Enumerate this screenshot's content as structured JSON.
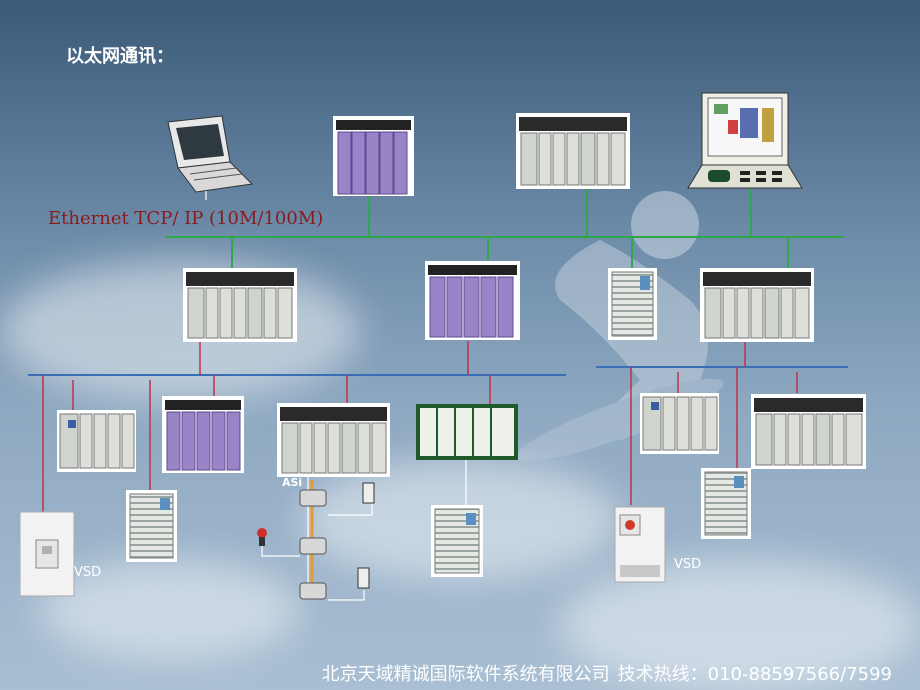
{
  "title": "以太网通讯：",
  "network_label": "Ethernet TCP/ IP (10M/100M)",
  "devices": {
    "asi_label": "ASi",
    "vsd_left": "VSD",
    "vsd_right": "VSD"
  },
  "footer": {
    "company": "北京天域精诚国际软件系统有限公司",
    "hotline": "技术热线：010-88597566/7599"
  },
  "colors": {
    "ethernet_line": "#2fa84a",
    "fieldbus_line": "#3a6fb5",
    "drop_line": "#c0304a",
    "title_text": "#ffffff",
    "network_text": "#8b1b1b"
  }
}
